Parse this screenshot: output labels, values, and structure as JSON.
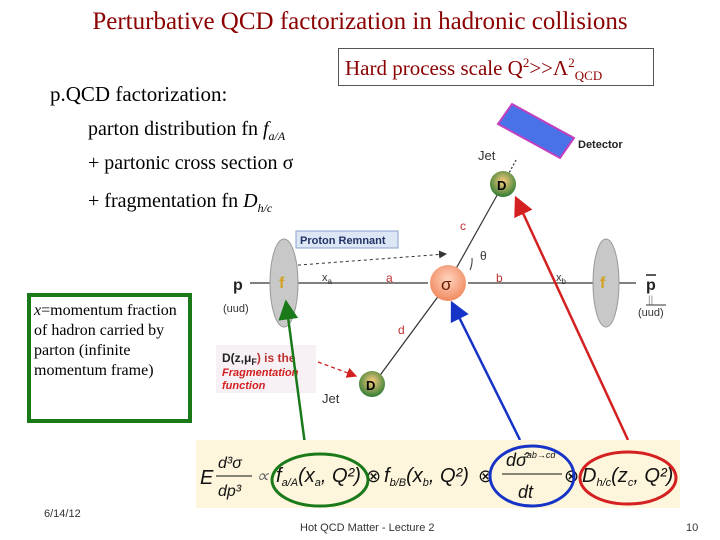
{
  "slide": {
    "title": "Perturbative QCD factorization in hadronic collisions",
    "hard_scale": {
      "prefix": "Hard process scale Q",
      "sup1": "2",
      "mid": ">>Λ",
      "sup2": "2",
      "sub": "QCD"
    },
    "pqcd_heading": "p.QCD factorization:",
    "line1": {
      "text": "parton distribution fn ",
      "sym": "f",
      "sub": "a/A"
    },
    "line2": {
      "text": "+ partonic cross section ",
      "sym": "σ"
    },
    "line3": {
      "text": "+ fragmentation fn ",
      "sym": "D",
      "sub": "h/c"
    },
    "x_note": {
      "x": "x",
      "text": "=momentum fraction of hadron carried by parton (infinite momentum frame)"
    },
    "date": "6/14/12",
    "footer_center": "Hot QCD Matter - Lecture 2",
    "page_number": "10"
  },
  "diagram": {
    "detector": "Detector",
    "jet_top": "Jet",
    "jet_bottom": "Jet",
    "D": "D",
    "c": "c",
    "d": "d",
    "theta": "θ",
    "proton_remnant": "Proton Remnant",
    "p": "p",
    "pbar": "p",
    "uud": "(uud)",
    "uudbar": "(uud)",
    "f": "f",
    "xa": "x",
    "xa_sub": "a",
    "xb": "x",
    "xb_sub": "b",
    "a": "a",
    "b": "b",
    "sigma_hat": "σ",
    "frag_label_prefix": "D(z,μ",
    "frag_label_sub": "F",
    "frag_label_suffix": ") is the",
    "frag_line2": "Fragmentation",
    "frag_line3": "function"
  },
  "formula": {
    "E": "E",
    "d3sigma": "d³σ",
    "dp3": "dp³",
    "propto": "∝",
    "f_aA": "f",
    "f_aA_sub": "a/A",
    "args_a": "(x",
    "args_a_sub": "a",
    "args_a_end": ", Q²)",
    "otimes": "⊗",
    "f_bB": "f",
    "f_bB_sub": "b/B",
    "args_b": "(x",
    "args_b_sub": "b",
    "args_b_end": ", Q²)",
    "dsigma": "dσ̂",
    "dsigma_sup": "ab→cd",
    "dt": "dt",
    "D": "D",
    "D_sub": "h/c",
    "args_c": "(z",
    "args_c_sub": "c",
    "args_c_end": ", Q²)"
  },
  "colors": {
    "title": "#8b0000",
    "green": "#1a7a1a",
    "blue": "#1633c8",
    "red": "#d42020",
    "detector": "#4a72e8",
    "d_circle": "#2e7d32",
    "sigma_circle": "#f08a60"
  }
}
